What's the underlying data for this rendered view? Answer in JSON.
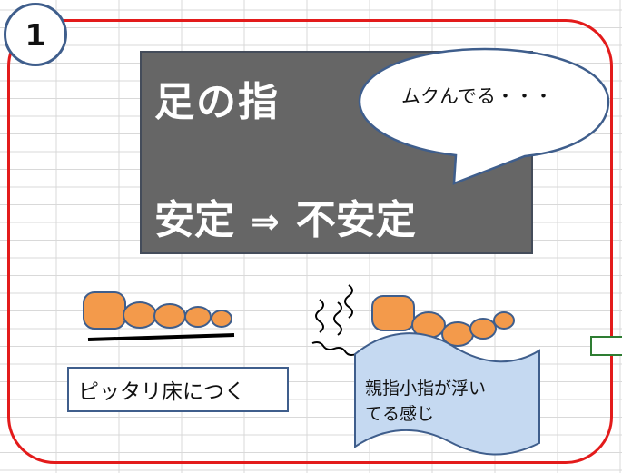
{
  "step_number": "1",
  "panel": {
    "title": "足の指",
    "before": "安定",
    "arrow": "⇒",
    "after": "不安定"
  },
  "speech_bubble": "ムクんでる・・・",
  "left_caption": "ピッタリ床につく",
  "right_caption": {
    "line1": "親指小指が浮い",
    "line2": "てる感じ"
  },
  "colors": {
    "frame": "#e31b1b",
    "panel": "#666666",
    "toe_fill": "#f39a4b",
    "toe_stroke": "#3f5e8c",
    "banner_fill": "#c5d9f1",
    "circle_border": "#3f5e8c"
  }
}
